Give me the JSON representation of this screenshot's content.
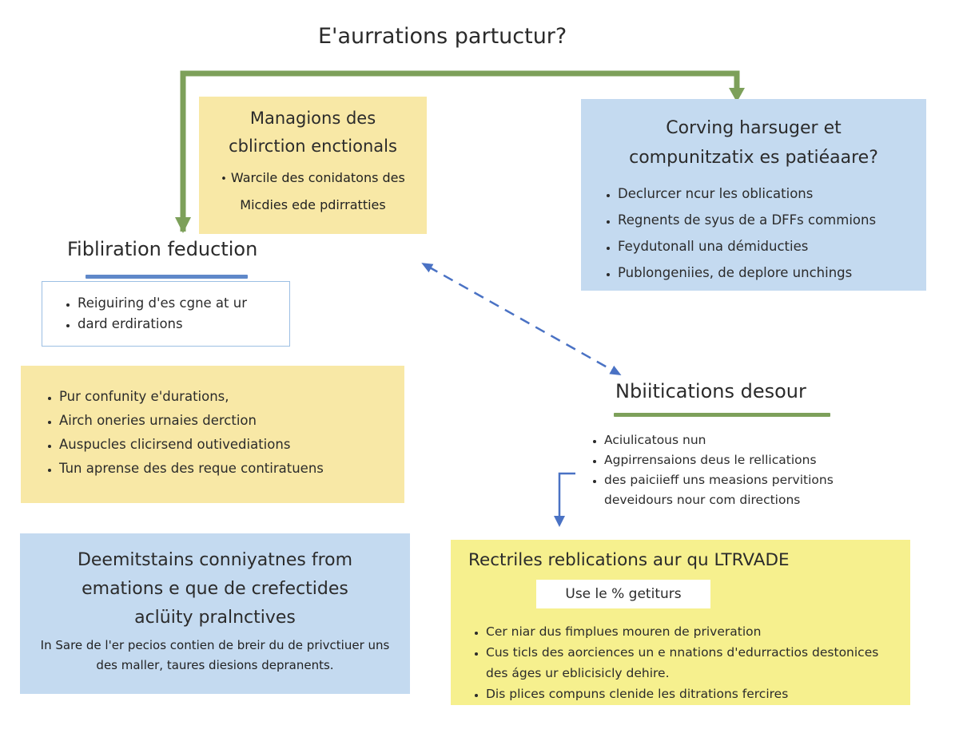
{
  "title": "E'aurrations partuctur?",
  "top_left_box": {
    "heading": "Managions des cblirction enctionals",
    "items": [
      "Warcile des conidatons des Micdies ede pdirratties"
    ]
  },
  "top_right_box": {
    "heading": "Corving harsuger et compunitzatix es patiéaare?",
    "items": [
      "Declurcer ncur les oblications",
      "Regnents de syus de a DFFs commions",
      "Feydutonall una démiducties",
      "Publongeniies, de deplore unchings"
    ]
  },
  "left_section": {
    "title": "Fibliration feduction",
    "items": [
      "Reiguiring d'es cgne at ur",
      "dard erdirations"
    ]
  },
  "left_yellow_box": {
    "items": [
      "Pur confunity e'durations,",
      "Airch oneries urnaies derction",
      "Auspucles clicirsend outivediations",
      "Tun aprense des des reque contiratuens"
    ]
  },
  "right_section": {
    "title": "Nbiitications desour",
    "items": [
      "Aciulicatous nun",
      "Agpirrensaions deus le rellications",
      "des paiciieff uns measions pervitions deveidours nour com directions"
    ]
  },
  "bottom_left_box": {
    "heading": "Deemitstains conniyatnes from emations e que de crefectides aclüity pralnctives",
    "body": "In Sare de l'er pecios contien de breir du de privctiuer uns des maller, taures diesions depranents."
  },
  "bottom_right_box": {
    "heading": "Rectriles reblications aur qu LTRVADE",
    "pill": "Use le % getiturs",
    "items": [
      "Cer niar dus fimplues mouren de priveration",
      "Cus ticls des aorciences un e nnations d'edurractios destonices des áges ur eblicisicly dehire.",
      "Dis plices compuns clenide les ditrations fercires"
    ]
  },
  "colors": {
    "green_arrow": "#7da05a",
    "blue_arrow": "#4a72c4",
    "yellow": "#f8e8a6",
    "blue": "#c4daf0",
    "bright_yellow": "#f6f08e"
  }
}
